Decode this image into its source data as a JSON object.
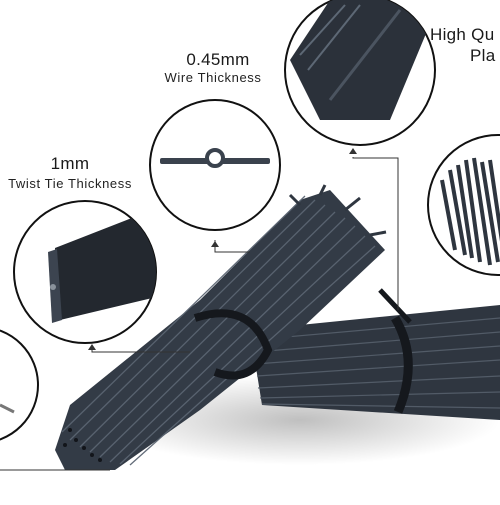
{
  "wire": {
    "value": "0.45mm",
    "caption": "Wire Thickness"
  },
  "twist": {
    "value": "1mm",
    "caption": "Twist Tie Thickness"
  },
  "quality": {
    "line1": "High Qu",
    "line2": "Pla"
  },
  "colors": {
    "product": "#2f3640",
    "outline": "#111111",
    "pointer": "#333333"
  }
}
